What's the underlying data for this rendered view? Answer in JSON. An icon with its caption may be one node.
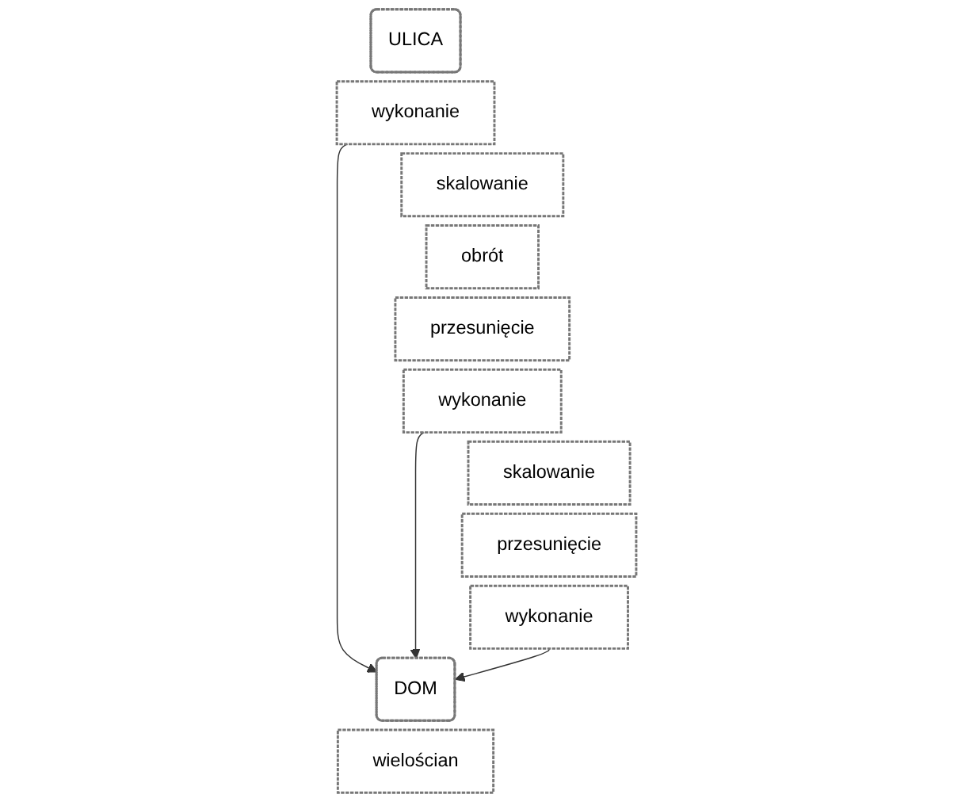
{
  "diagram": {
    "nodes": [
      {
        "text": [
          "ULICA"
        ]
      },
      {
        "text": [
          "wykonanie"
        ]
      },
      {
        "text": [
          "skalowanie"
        ]
      },
      {
        "text": [
          "obrót"
        ]
      },
      {
        "text": [
          "przesunięcie"
        ]
      },
      {
        "text": [
          "wykonanie"
        ]
      },
      {
        "text": [
          "skalowanie"
        ]
      },
      {
        "text": [
          "przesunięcie"
        ]
      },
      {
        "text": [
          "wykonanie"
        ]
      },
      {
        "text": [
          "DOM"
        ]
      },
      {
        "text": [
          "wielościan"
        ]
      }
    ],
    "edges": [
      {
        "from": 1,
        "to": 9,
        "arrow": "to"
      },
      {
        "from": 5,
        "to": 9,
        "arrow": "to"
      },
      {
        "from": 8,
        "to": 9,
        "arrow": "to"
      }
    ]
  }
}
